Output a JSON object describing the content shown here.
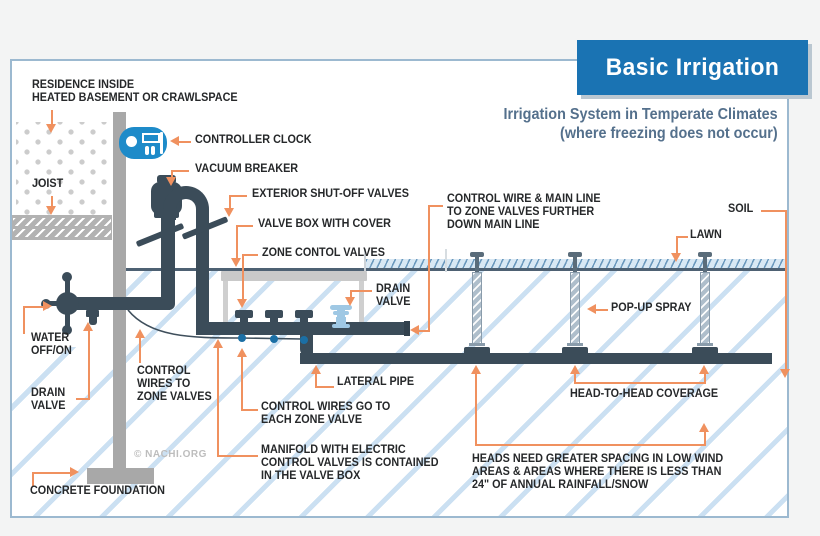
{
  "title": "Basic Irrigation",
  "subtitle": {
    "line1": "Irrigation System in Temperate Climates",
    "line2": "(where freezing does not occur)"
  },
  "credit": "© NACHI.ORG",
  "labels": {
    "residence": "RESIDENCE INSIDE\nHEATED BASEMENT OR CRAWLSPACE",
    "joist": "JOIST",
    "controller_clock": "CONTROLLER CLOCK",
    "vacuum_breaker": "VACUUM BREAKER",
    "exterior_shutoff": "EXTERIOR SHUT-OFF VALVES",
    "valve_box": "VALVE BOX WITH COVER",
    "zone_valves": "ZONE CONTOL VALVES",
    "drain_valve_box": "DRAIN\nVALVE",
    "control_wire_main": "CONTROL WIRE  & MAIN LINE\nTO ZONE VALVES FURTHER\nDOWN MAIN LINE",
    "soil": "SOIL",
    "lawn": "LAWN",
    "popup_spray": "POP-UP SPRAY",
    "head_to_head": "HEAD-TO-HEAD COVERAGE",
    "heads_spacing": "HEADS NEED GREATER SPACING IN LOW WIND\nAREAS & AREAS WHERE THERE IS LESS THAN\n24\" OF ANNUAL RAINFALL/SNOW",
    "water_offon": "WATER\nOFF/ON",
    "drain_valve_left": "DRAIN\nVALVE",
    "control_wires_zone": "CONTROL\nWIRES TO\nZONE VALVES",
    "control_wires_each": "CONTROL WIRES GO TO\nEACH ZONE VALVE",
    "manifold": "MANIFOLD WITH ELECTRIC\nCONTROL VALVES IS CONTAINED\nIN THE VALVE BOX",
    "lateral_pipe": "LATERAL PIPE",
    "concrete_foundation": "CONCRETE FOUNDATION"
  },
  "colors": {
    "accent_orange": "#F0915F",
    "pipe_dark": "#3B4C59",
    "title_blue": "#1A73B3",
    "controller_blue": "#1E8BC9",
    "wire_dot_blue": "#1B6FA5",
    "drain_valve_blue": "#9FC8E4",
    "subtitle_slate": "#54708C",
    "label_dark": "#26282A",
    "wall_gray": "#A8A8A8",
    "box_border": "#9CB9D0",
    "ground_line": "#4E6173"
  }
}
